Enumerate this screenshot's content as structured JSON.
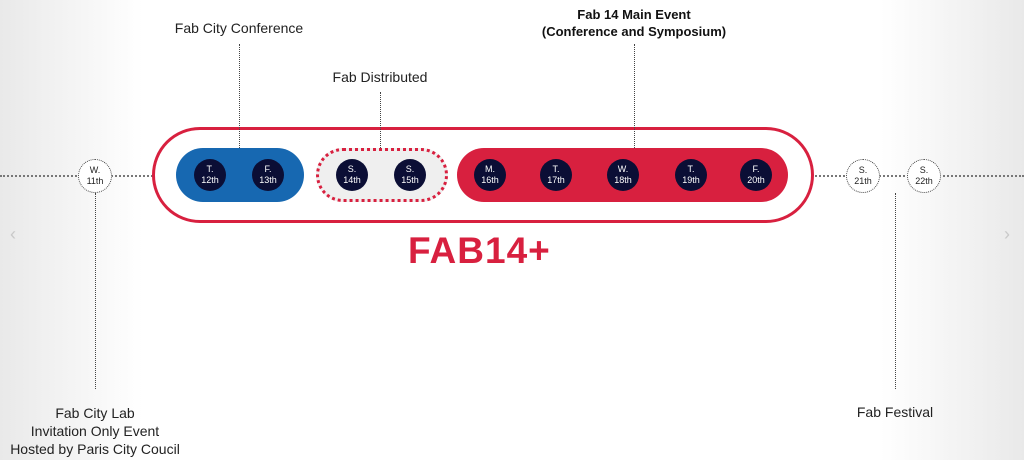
{
  "brand": "FAB14+",
  "events": {
    "fab_city_conference": "Fab City Conference",
    "fab_distributed": "Fab Distributed",
    "main_event_title": "Fab 14 Main Event",
    "main_event_subtitle": "(Conference and Symposium)",
    "fab_city_lab": [
      "Fab City Lab",
      "Invitation Only Event",
      "Hosted by Paris City Coucil"
    ],
    "fab_festival": "Fab Festival"
  },
  "days": [
    {
      "d": "W.",
      "n": "11th"
    },
    {
      "d": "T.",
      "n": "12th"
    },
    {
      "d": "F.",
      "n": "13th"
    },
    {
      "d": "S.",
      "n": "14th"
    },
    {
      "d": "S.",
      "n": "15th"
    },
    {
      "d": "M.",
      "n": "16th"
    },
    {
      "d": "T.",
      "n": "17th"
    },
    {
      "d": "W.",
      "n": "18th"
    },
    {
      "d": "T.",
      "n": "19th"
    },
    {
      "d": "F.",
      "n": "20th"
    },
    {
      "d": "S.",
      "n": "21th"
    },
    {
      "d": "S.",
      "n": "22th"
    }
  ],
  "colors": {
    "accent_red": "#d8203f",
    "blue": "#1768b1",
    "navy": "#0b0e35"
  },
  "nav": {
    "prev_icon": "chevron-left-icon",
    "next_icon": "chevron-right-icon"
  }
}
